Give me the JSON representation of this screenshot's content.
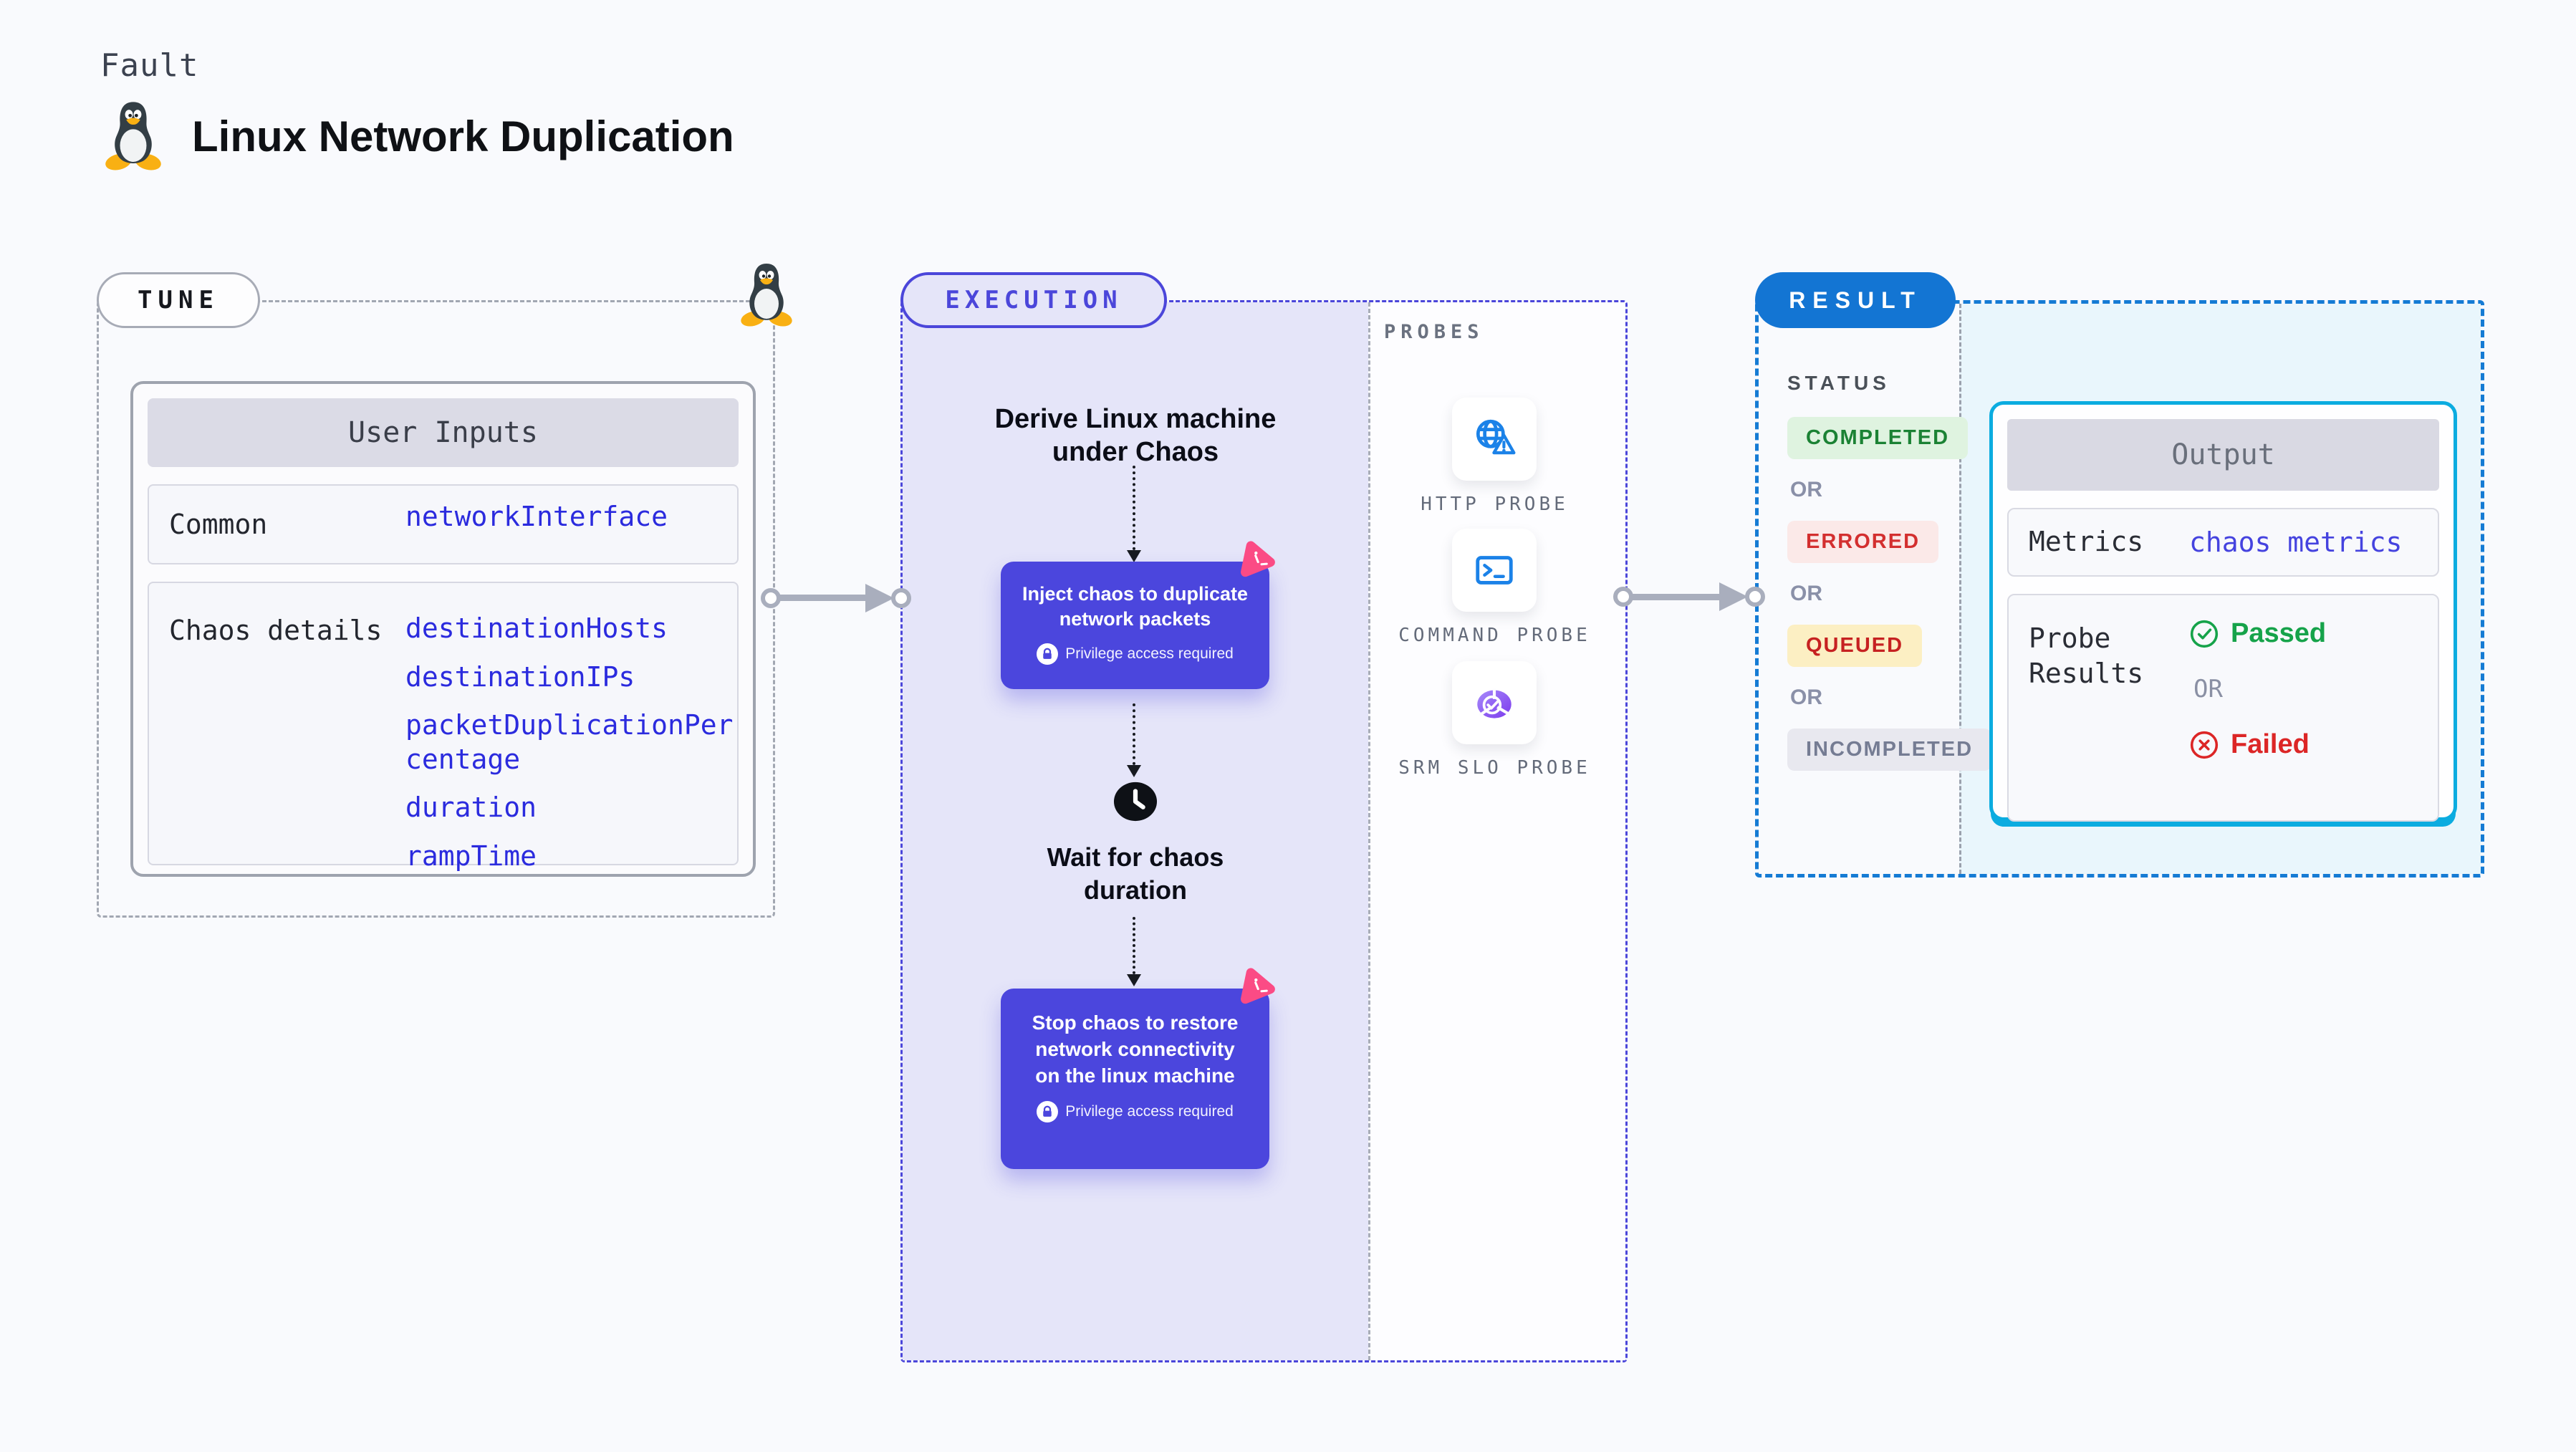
{
  "page": {
    "fault_label": "Fault",
    "title": "Linux Network Duplication"
  },
  "tune": {
    "badge": "TUNE",
    "card": {
      "header": "User Inputs",
      "rows": [
        {
          "label": "Common",
          "values": [
            "networkInterface"
          ]
        },
        {
          "label": "Chaos details",
          "values": [
            "destinationHosts",
            "destinationIPs",
            "packetDuplicationPercentage",
            "duration",
            "rampTime"
          ]
        }
      ]
    }
  },
  "execution": {
    "badge": "EXECUTION",
    "derive": "Derive Linux machine under Chaos",
    "inject": "Inject chaos to duplicate network packets",
    "privilege": "Privilege access required",
    "wait": "Wait for chaos duration",
    "stop": "Stop chaos to restore network connectivity on the linux machine",
    "probes": {
      "label": "PROBES",
      "items": [
        {
          "name": "HTTP PROBE",
          "icon": "globe-warning-icon"
        },
        {
          "name": "COMMAND PROBE",
          "icon": "terminal-icon"
        },
        {
          "name": "SRM SLO PROBE",
          "icon": "slo-gauge-icon"
        }
      ]
    }
  },
  "result": {
    "badge": "RESULT",
    "status": {
      "label": "STATUS",
      "separator": "OR",
      "options": [
        "COMPLETED",
        "ERRORED",
        "QUEUED",
        "INCOMPLETED"
      ]
    },
    "output": {
      "header": "Output",
      "metrics_label": "Metrics",
      "metrics_value": "chaos metrics",
      "probe_results_label": "Probe Results",
      "passed": "Passed",
      "separator": "OR",
      "failed": "Failed"
    }
  },
  "colors": {
    "accent_indigo": "#4B46DA",
    "accent_blue": "#1375D3",
    "accent_cyan": "#0BACE0",
    "chaos_pink": "#FB4B85",
    "lavender_bg": "#E5E5F9",
    "result_bg": "#E9F6FC",
    "param_blue": "#2B2BDE",
    "passed_green": "#16A34A",
    "failed_red": "#DC2626",
    "completed_green": "#1B8234",
    "errored_red": "#D32F2F",
    "queued_red": "#C62121",
    "incompleted_gray": "#757C93"
  }
}
